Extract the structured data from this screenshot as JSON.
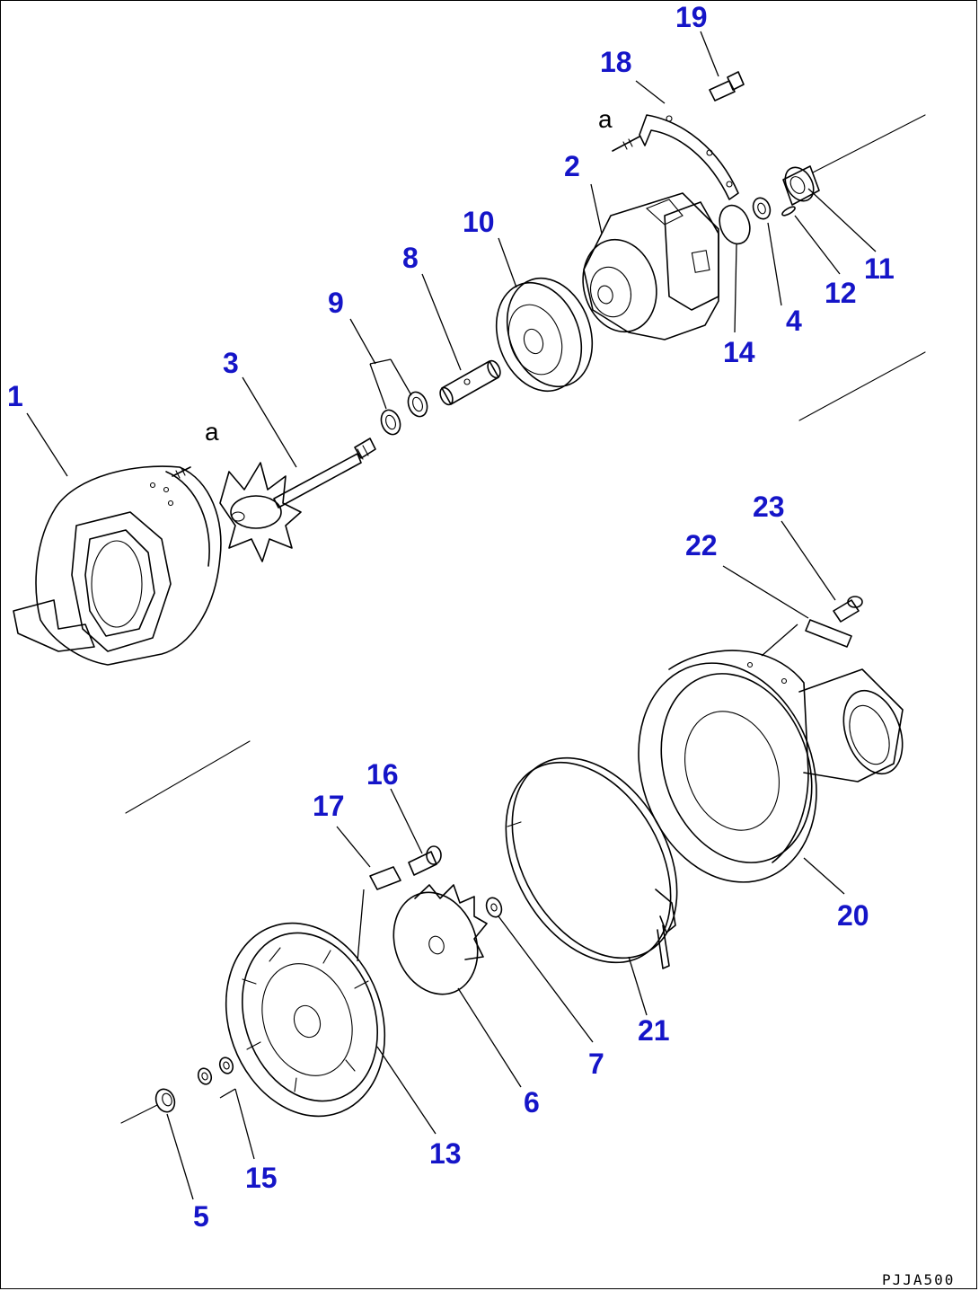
{
  "figure": {
    "drawing_code": "PJJA500",
    "view_letter": "a"
  },
  "callouts": [
    {
      "id": "c1",
      "label": "1"
    },
    {
      "id": "c2",
      "label": "2"
    },
    {
      "id": "c3",
      "label": "3"
    },
    {
      "id": "c4",
      "label": "4"
    },
    {
      "id": "c5",
      "label": "5"
    },
    {
      "id": "c6",
      "label": "6"
    },
    {
      "id": "c7",
      "label": "7"
    },
    {
      "id": "c8",
      "label": "8"
    },
    {
      "id": "c9",
      "label": "9"
    },
    {
      "id": "c10",
      "label": "10"
    },
    {
      "id": "c11",
      "label": "11"
    },
    {
      "id": "c12",
      "label": "12"
    },
    {
      "id": "c13",
      "label": "13"
    },
    {
      "id": "c14",
      "label": "14"
    },
    {
      "id": "c15",
      "label": "15"
    },
    {
      "id": "c16",
      "label": "16"
    },
    {
      "id": "c17",
      "label": "17"
    },
    {
      "id": "c18",
      "label": "18"
    },
    {
      "id": "c19",
      "label": "19"
    },
    {
      "id": "c20",
      "label": "20"
    },
    {
      "id": "c21",
      "label": "21"
    },
    {
      "id": "c22",
      "label": "22"
    },
    {
      "id": "c23",
      "label": "23"
    }
  ],
  "colors": {
    "callout": "#1515c8",
    "line": "#000000",
    "background": "#ffffff"
  }
}
